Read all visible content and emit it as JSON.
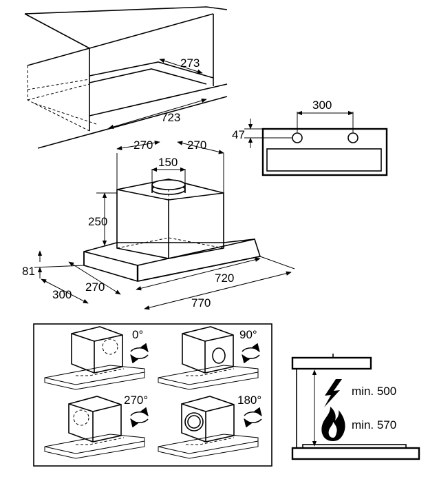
{
  "top_cabinet": {
    "depth_label": "273",
    "width_label": "723"
  },
  "rear_view": {
    "spacing_label": "300",
    "height_label": "47"
  },
  "hood": {
    "left_offset_label": "270",
    "right_offset_label": "270",
    "duct_label": "150",
    "height_label": "250",
    "front_height_label": "81",
    "depth_outer_label": "300",
    "depth_inner_label": "270",
    "width_inner_label": "720",
    "width_outer_label": "770"
  },
  "rotations": [
    "0°",
    "90°",
    "270°",
    "180°"
  ],
  "clearance": {
    "electric_label": "min. 500",
    "gas_label": "min. 570"
  }
}
